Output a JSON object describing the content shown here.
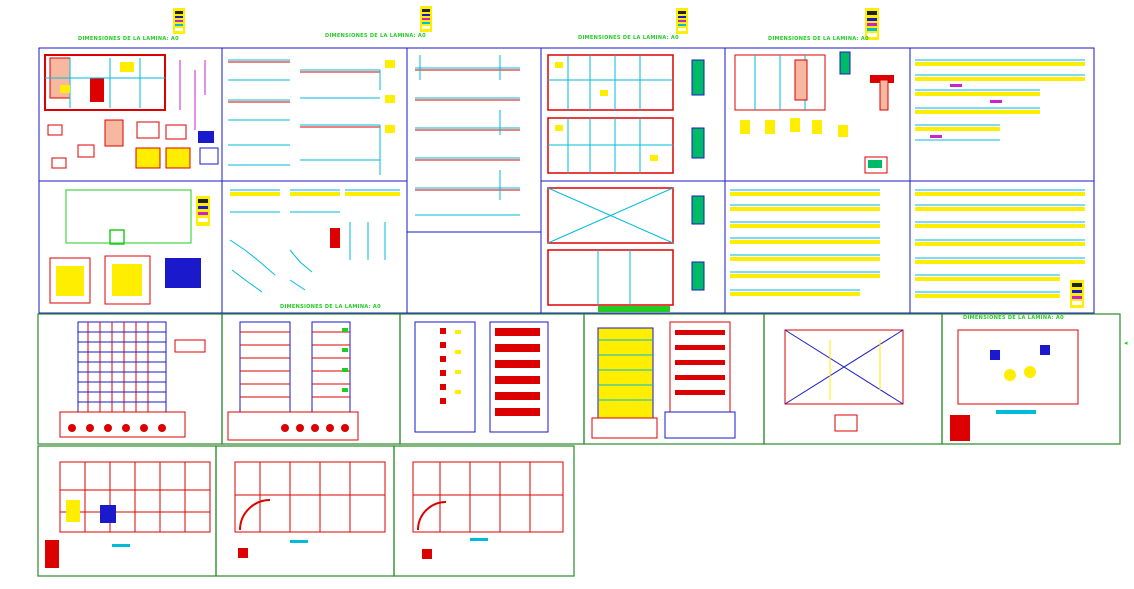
{
  "sheet_titles": [
    "DIMENSIONES DE LA LAMINA: A0",
    "DIMENSIONES DE LA LAMINA: A0",
    "DIMENSIONES DE LA LAMINA: A0",
    "DIMENSIONES DE LA LAMINA: A0",
    "DIMENSIONES DE LA LAMINA: A0",
    "DIMENSIONES DE LA LAMINA: A0"
  ],
  "colors": {
    "background": "#ffffff",
    "sheet_border_blue": "#1a1acc",
    "sheet_border_green": "#2a8a2a",
    "title_text": "#22cc22",
    "drawing_red": "#dd0000",
    "drawing_cyan": "#00bbdd",
    "drawing_yellow": "#ffee00",
    "drawing_magenta": "#cc22cc"
  },
  "icons": {
    "title_block_legend": "legend-icon",
    "arrow_marker": "arrow-left-icon"
  }
}
